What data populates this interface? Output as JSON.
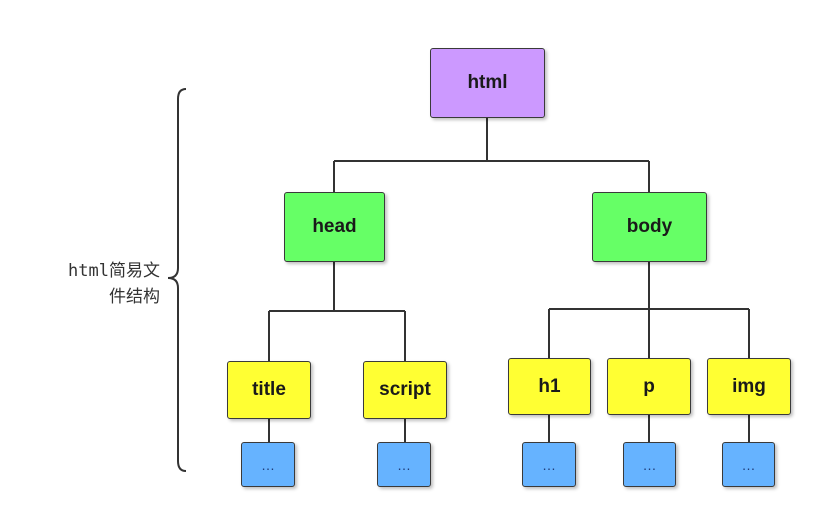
{
  "colors": {
    "root": "#cc99ff",
    "level1": "#66ff66",
    "level2": "#ffff33",
    "leaf": "#66b3ff",
    "line": "#333333"
  },
  "side_label": {
    "line1": "html简易文",
    "line2": "件结构"
  },
  "nodes": {
    "html": "html",
    "head": "head",
    "body": "body",
    "title": "title",
    "script": "script",
    "h1": "h1",
    "p": "p",
    "img": "img",
    "leaf": "…"
  },
  "edges": [
    [
      "html",
      "head"
    ],
    [
      "html",
      "body"
    ],
    [
      "head",
      "title"
    ],
    [
      "head",
      "script"
    ],
    [
      "body",
      "h1"
    ],
    [
      "body",
      "p"
    ],
    [
      "body",
      "img"
    ],
    [
      "title",
      "leaf-title"
    ],
    [
      "script",
      "leaf-script"
    ],
    [
      "h1",
      "leaf-h1"
    ],
    [
      "p",
      "leaf-p"
    ],
    [
      "img",
      "leaf-img"
    ]
  ]
}
